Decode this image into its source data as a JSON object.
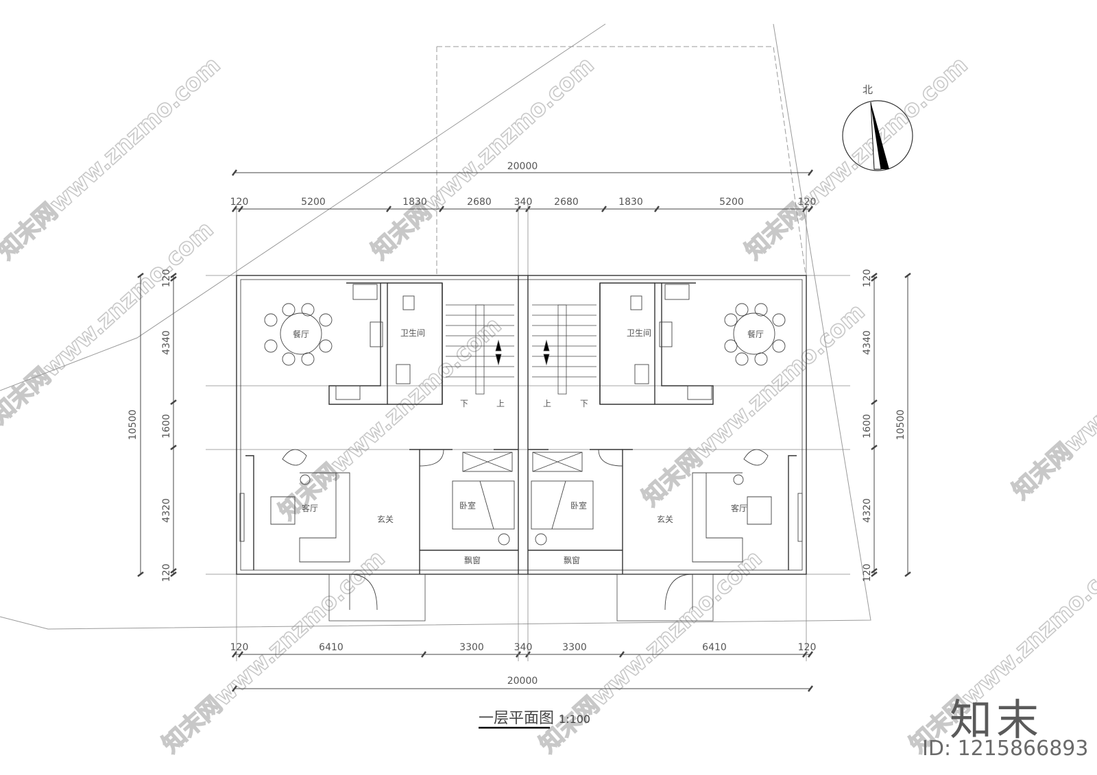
{
  "plan": {
    "title": "一层平面图",
    "scale": "1:100",
    "north_label": "北",
    "rooms": {
      "dining": "餐厅",
      "bathroom": "卫生间",
      "living": "客厅",
      "entrance": "玄关",
      "bedroom": "卧室",
      "bay_window": "飘窗",
      "stair_down": "下",
      "stair_up": "上"
    },
    "dims": {
      "total": "20000",
      "top": [
        "120",
        "5200",
        "1830",
        "2680",
        "340",
        "2680",
        "1830",
        "5200",
        "120"
      ],
      "bottom": [
        "120",
        "6410",
        "3300",
        "340",
        "3300",
        "6410",
        "120"
      ],
      "side": [
        "120",
        "4340",
        "1600",
        "4320",
        "120"
      ],
      "side_total": "10500"
    }
  },
  "brand": {
    "logo_text": "知末",
    "id_text": "ID: 1215866893",
    "watermark": "知末网www.znzmo.com"
  }
}
